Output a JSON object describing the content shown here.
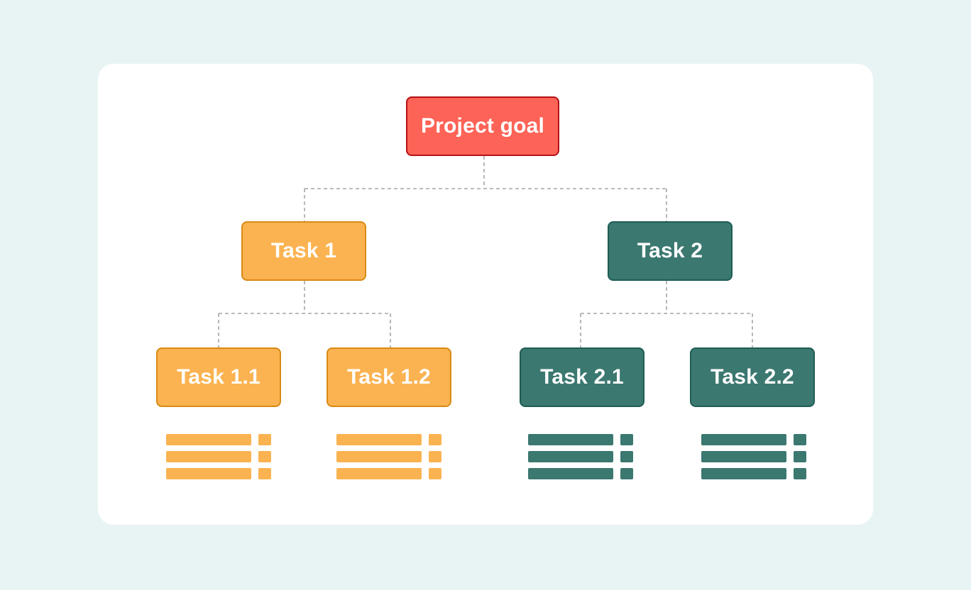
{
  "diagram": {
    "root": {
      "label": "Project goal",
      "color": "#fd6356"
    },
    "branches": [
      {
        "label": "Task 1",
        "color": "#fbb351",
        "children": [
          {
            "label": "Task 1.1",
            "list_rows": 3
          },
          {
            "label": "Task 1.2",
            "list_rows": 3
          }
        ]
      },
      {
        "label": "Task 2",
        "color": "#3b7870",
        "children": [
          {
            "label": "Task 2.1",
            "list_rows": 3
          },
          {
            "label": "Task 2.2",
            "list_rows": 3
          }
        ]
      }
    ],
    "connector_color": "#a6a6a6",
    "background_color": "#e8f4f3"
  }
}
